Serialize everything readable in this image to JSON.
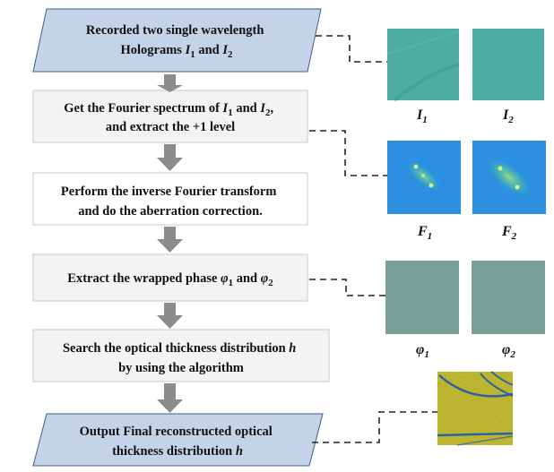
{
  "steps": {
    "s1": {
      "line1": "Recorded two single wavelength",
      "line2_pre": "Holograms ",
      "line2_a": "I",
      "line2_a_sub": "1",
      "line2_mid": " and ",
      "line2_b": "I",
      "line2_b_sub": "2"
    },
    "s2": {
      "line1_pre": "Get the Fourier spectrum of ",
      "line1_a": "I",
      "line1_a_sub": "1",
      "line1_mid": " and ",
      "line1_b": "I",
      "line1_b_sub": "2",
      "line1_post": ",",
      "line2": "and extract the +1 level"
    },
    "s3": {
      "line1": "Perform the inverse Fourier transform",
      "line2": "and do the aberration correction."
    },
    "s4": {
      "line1_pre": "Extract the wrapped  phase ",
      "line1_a": "φ",
      "line1_a_sub": "1",
      "line1_mid": " and ",
      "line1_b": "φ",
      "line1_b_sub": "2"
    },
    "s5": {
      "line1_pre": "Search the optical thickness distribution ",
      "line1_var": "h",
      "line2": "by using the algorithm"
    },
    "s6": {
      "line1": "Output Final  reconstructed optical",
      "line2_pre": "thickness distribution ",
      "line2_var": "h"
    }
  },
  "labels": {
    "I1": {
      "main": "I",
      "sub": "1"
    },
    "I2": {
      "main": "I",
      "sub": "2"
    },
    "F1": {
      "main": "F",
      "sub": "1"
    },
    "F2": {
      "main": "F",
      "sub": "2"
    },
    "P1": {
      "main": "φ",
      "sub": "1"
    },
    "P2": {
      "main": "φ",
      "sub": "2"
    }
  },
  "colors": {
    "parallelogram_fill": "#c5d3e8",
    "parallelogram_stroke": "#3e5f8e",
    "rect_fill": "#f3f3f3",
    "rect_stroke": "#c8c8c8",
    "arrow": "#8c8c8c",
    "connector": "#222222",
    "hologram": "#3fa69a",
    "spectrum": "#2c8fdf",
    "phase": "#628f87",
    "result_bg": "#e6dc1e",
    "result_line": "#2f5fa8"
  }
}
